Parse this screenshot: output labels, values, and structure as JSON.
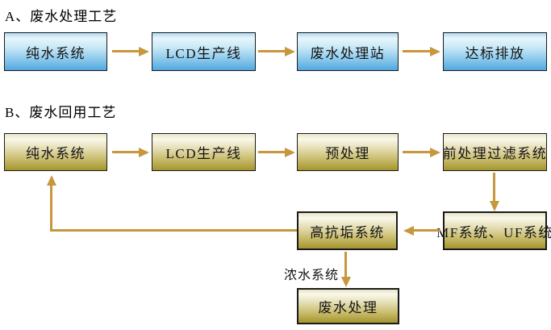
{
  "titles": {
    "section_a": "A、废水处理工艺",
    "section_b": "B、废水回用工艺"
  },
  "colors": {
    "arrow": "#c6973d",
    "box_border": "#1a1a1a",
    "blue_box_top": "#e7f5fc",
    "blue_box_bottom": "#51a8de",
    "olive_box_top": "#faf8ea",
    "olive_box_bottom": "#a4952e"
  },
  "flow_a": {
    "boxes": [
      {
        "label": "纯水系统"
      },
      {
        "label": "LCD生产线"
      },
      {
        "label": "废水处理站"
      },
      {
        "label": "达标排放"
      }
    ]
  },
  "flow_b": {
    "boxes": [
      {
        "label": "纯水系统"
      },
      {
        "label": "LCD生产线"
      },
      {
        "label": "预处理"
      },
      {
        "label": "前处理过滤系统"
      },
      {
        "label": "MF系统、UF系统"
      },
      {
        "label": "高抗垢系统"
      },
      {
        "label": "废水处理"
      }
    ],
    "concentrate_label": "浓水系统"
  }
}
